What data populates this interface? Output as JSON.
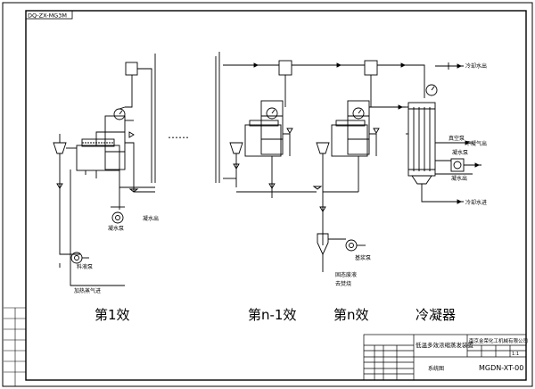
{
  "drawing": {
    "corner_code": "DQ-ZX-MG3M",
    "drawing_number": "MGDN-XT-00",
    "title_block": {
      "title": "低温多效浓缩蒸发装置",
      "company": "南京金荣化工机械有限公司",
      "drawing_name": "系统图",
      "scale_value": "1:1"
    }
  },
  "sections": {
    "effect_1": "第1效",
    "effect_n_minus_1": "第n-1效",
    "effect_n": "第n效",
    "condenser": "冷凝器"
  },
  "labels": {
    "cooling_water_out": "冷却水出",
    "cooling_water_in": "冷却水进",
    "vacuum_pump": "真空泵",
    "noncondensable_out": "不凝气出",
    "condensate_pump_right": "凝水泵",
    "condensate_out": "凝水出",
    "condensate_pump_left": "凝水泵",
    "feed_pump": "料液泵",
    "heating_steam_in": "加热蒸气进",
    "concentrate_pump": "基浆泵",
    "concentrate_out_1": "固态废液",
    "concentrate_out_2": "去焚烧",
    "ellipsis": "……"
  },
  "colors": {
    "line": "#000000",
    "background": "#ffffff"
  }
}
